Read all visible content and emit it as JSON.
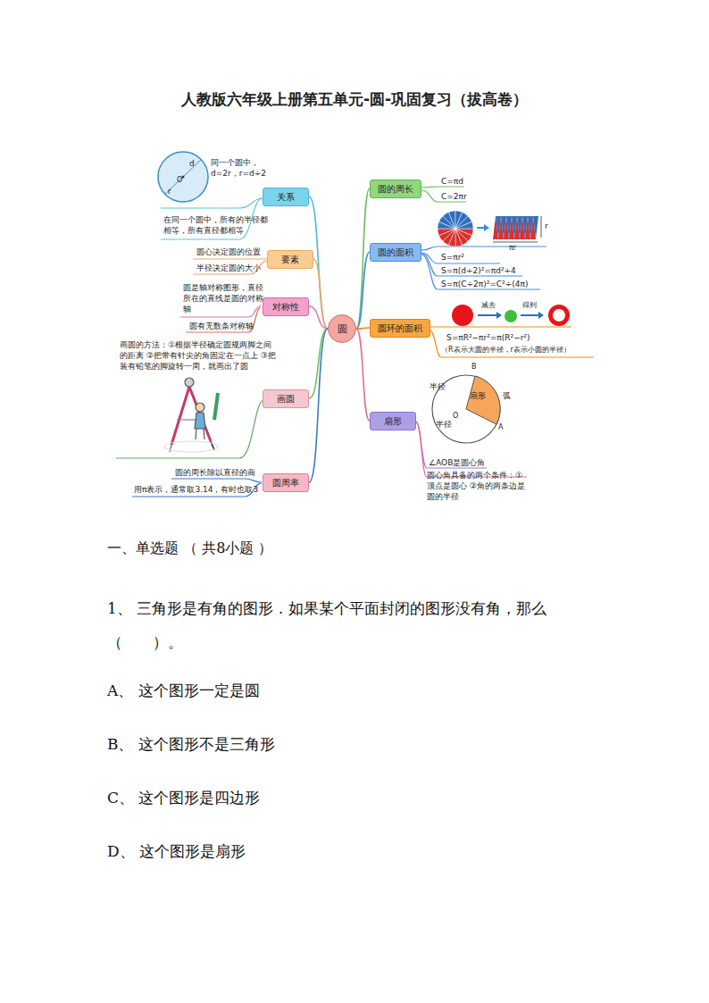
{
  "diagram": {
    "title": "人教版六年级上册第五单元-圆-巩固复习（拔高卷）",
    "nodes": [
      {
        "text": [
          "圆"
        ]
      },
      {
        "text": [
          "关系"
        ]
      },
      {
        "text": [
          "要素"
        ]
      },
      {
        "text": [
          "对称性"
        ]
      },
      {
        "text": [
          "画圆"
        ]
      },
      {
        "text": [
          "圆周率"
        ]
      },
      {
        "text": [
          "圆的周长"
        ]
      },
      {
        "text": [
          "圆的面积"
        ]
      },
      {
        "text": [
          "圆环的面积"
        ]
      },
      {
        "text": [
          "扇形"
        ]
      }
    ],
    "edges": [
      {
        "from": 0,
        "to": 1,
        "arrow": "none"
      },
      {
        "from": 0,
        "to": 2,
        "arrow": "none"
      },
      {
        "from": 0,
        "to": 3,
        "arrow": "none"
      },
      {
        "from": 0,
        "to": 4,
        "arrow": "none"
      },
      {
        "from": 0,
        "to": 5,
        "arrow": "none"
      },
      {
        "from": 0,
        "to": 6,
        "arrow": "none"
      },
      {
        "from": 0,
        "to": 7,
        "arrow": "none"
      },
      {
        "from": 0,
        "to": 8,
        "arrow": "none"
      },
      {
        "from": 0,
        "to": 9,
        "arrow": "none"
      }
    ],
    "labels": [
      "同一个圆中，d=2r，r=d÷2",
      "d",
      "O",
      "r",
      "在同一个圆中，所有的半径都相等，所有直径都相等",
      "圆心决定圆的位置",
      "半径决定圆的大小",
      "圆是轴对称图形，直径所在的直线是圆的对称轴",
      "圆有无数条对称轴",
      "画圆的方法：①根据半径确定圆规两脚之间的距离 ②把带有针尖的角固定在一点上 ③把装有铅笔的脚旋转一周，就画出了圆",
      "圆的周长除以直径的商",
      "用π表示，通常取3.14，有时也取3",
      "C=πd",
      "C=2πr",
      "r",
      "πr",
      "S=πr²",
      "S=π(d÷2)²=πd²÷4",
      "S=π(C÷2π)²=C²÷(4π)",
      "减去",
      "得到",
      "S=πR²−πr²=π(R²−r²)",
      "（R表示大圆的半径，r表示小圆的半径）",
      "B",
      "半径",
      "扇形",
      "弧",
      "O",
      "半径",
      "A",
      "∠AOB是圆心角",
      "圆心角具备的两个条件：①顶点是圆心 ②角的两条边是圆的半径",
      "一、单选题 （ 共8小题 ）",
      "1、 三角形是有角的图形．如果某个平面封闭的图形没有角，那么（　　）。",
      "A、 这个图形一定是圆",
      "B、 这个图形不是三角形",
      "C、 这个图形是四边形",
      "D、 这个图形是扇形"
    ]
  }
}
